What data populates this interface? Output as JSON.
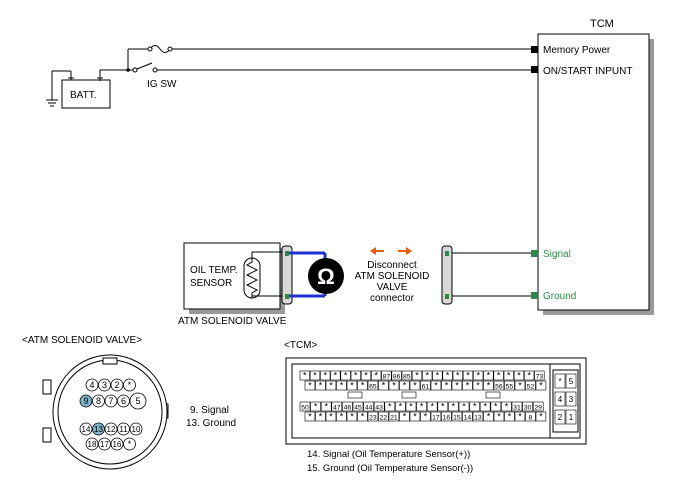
{
  "colors": {
    "wire_blue": "#1f2fd0",
    "arrow_orange": "#e85a10",
    "pin_green": "#2b8a4a",
    "pin_highlight": "#7fb3c9",
    "box_shadow": "#9a9a9a",
    "connector_fill": "#d8d8d8",
    "ohm_fill": "#000000"
  },
  "tcm": {
    "title": "TCM",
    "pins": [
      {
        "label": "Memory Power"
      },
      {
        "label": "ON/START  INPUNT"
      },
      {
        "label": "Signal",
        "color": "#2b8a4a"
      },
      {
        "label": "Ground",
        "color": "#2b8a4a"
      }
    ]
  },
  "power": {
    "batt_label": "BATT.",
    "ig_label": "IG SW"
  },
  "sensor": {
    "line1": "OIL TEMP.",
    "line2": "SENSOR",
    "caption": "ATM SOLENOID VALVE"
  },
  "meter": {
    "symbol": "Ω"
  },
  "instruction": {
    "lines": [
      "Disconnect",
      "ATM SOLENOID",
      "VALVE",
      "connector"
    ]
  },
  "solenoid_connector": {
    "title": "<ATM SOLENOID VALVE>",
    "row1": [
      "4",
      "3",
      "2",
      "*"
    ],
    "row2": [
      "9",
      "8",
      "7",
      "6",
      "5"
    ],
    "row3": [
      "14",
      "13",
      "12",
      "11",
      "10"
    ],
    "row4": [
      "18",
      "17",
      "16",
      "*"
    ],
    "highlight": [
      "9",
      "13"
    ],
    "legend": [
      "9. Signal",
      "13. Ground"
    ]
  },
  "tcm_connector": {
    "title": "<TCM>",
    "row1": [
      "*",
      "*",
      "*",
      "*",
      "*",
      "*",
      "*",
      "*",
      "87",
      "86",
      "85",
      "*",
      "*",
      "*",
      "*",
      "*",
      "*",
      "*",
      "*",
      "*",
      "*",
      "*",
      "*",
      "73"
    ],
    "row2": [
      "*",
      "*",
      "*",
      "*",
      "*",
      "*",
      "65",
      "*",
      "*",
      "*",
      "*",
      "61",
      "*",
      "*",
      "*",
      "*",
      "*",
      "*",
      "56",
      "55",
      "*",
      "52",
      "*"
    ],
    "row3": [
      "50",
      "*",
      "*",
      "47",
      "46",
      "45",
      "44",
      "43",
      "*",
      "*",
      "*",
      "*",
      "*",
      "*",
      "*",
      "*",
      "*",
      "*",
      "*",
      "*",
      "31",
      "30",
      "29"
    ],
    "row4": [
      "*",
      "*",
      "*",
      "*",
      "*",
      "*",
      "23",
      "22",
      "21",
      "*",
      "*",
      "*",
      "17",
      "16",
      "15",
      "14",
      "13",
      "*",
      "*",
      "*",
      "*",
      "8",
      "*"
    ],
    "side": [
      "*",
      "5",
      "4",
      "3",
      "2",
      "1"
    ],
    "legend": [
      "14. Signal (Oil Temperature Sensor(+))",
      "15. Ground (Oil Temperature Sensor(-))"
    ]
  }
}
